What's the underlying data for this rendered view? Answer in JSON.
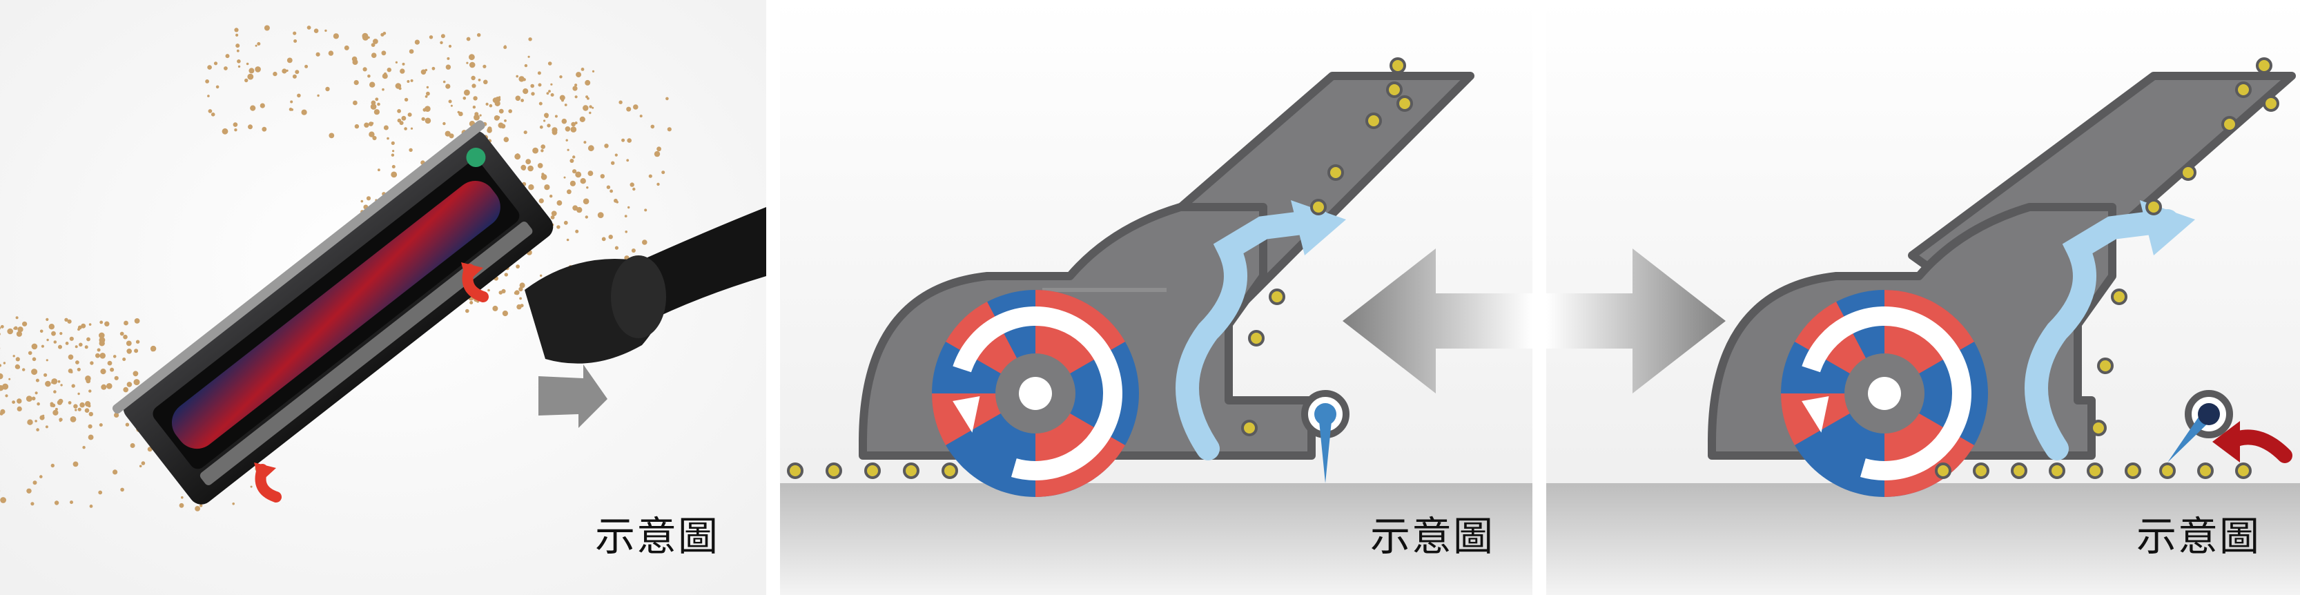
{
  "captions": {
    "panel1": "示意圖",
    "panel2": "示意圖",
    "panel3": "示意圖"
  },
  "colors": {
    "background": "#ffffff",
    "nozzle_gray": "#7b7b7d",
    "nozzle_outline": "#5a5a5c",
    "brush_red": "#e4574f",
    "brush_blue": "#2f6db3",
    "airflow_light_blue": "#a9d3ee",
    "debris_yellow": "#d7c23a",
    "floor_gray": "#c8c8c8",
    "flap_red_arrow": "#b3161b",
    "dust_tan": "#c9a06a"
  },
  "icons": {
    "direction_arrow": "block-arrow",
    "rotation_arrow": "circular-arrow",
    "airflow": "wavy-arrow",
    "flap": "hinged-flap"
  }
}
